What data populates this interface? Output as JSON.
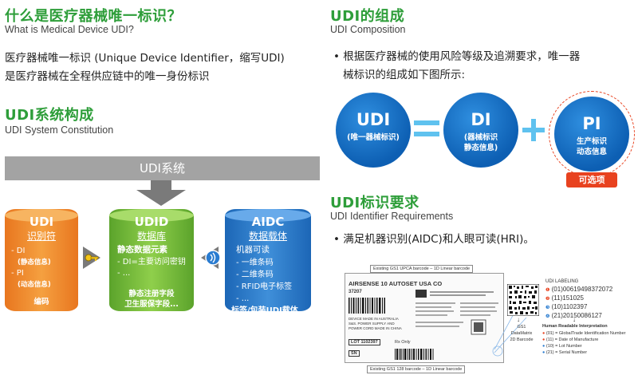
{
  "left": {
    "q_title": "什么是医疗器械唯一标识？",
    "q_subtitle": "What is Medical Device UDI?",
    "q_body_line1": "医疗器械唯一标识 (Unique Device Identifier，缩写UDI)",
    "q_body_line2": "是医疗器械在全程供应链中的唯一身份标识",
    "sys_title": "UDI系统构成",
    "sys_subtitle": "UDI System Constitution",
    "sys_bar_label": "UDI系统",
    "cylinders": {
      "udi": {
        "title": "UDI",
        "subtitle": "识别符",
        "items": [
          "DI",
          "(静态信息)",
          "PI",
          "(动态信息)"
        ],
        "footer": "编码"
      },
      "udid": {
        "title": "UDID",
        "subtitle": "数据库",
        "items": [
          "静态数据元素",
          "DI=主要访问密钥",
          "..."
        ],
        "footer_line1": "静态注册字段",
        "footer_line2": "卫生服保字段..."
      },
      "aidc": {
        "title": "AIDC",
        "subtitle": "数据载体",
        "items": [
          "机器可读",
          "一维条码",
          "二维条码",
          "RFID电子标签",
          "...",
          "标签/包装UDI载体"
        ]
      }
    }
  },
  "right": {
    "comp_title": "UDI的组成",
    "comp_subtitle": "UDI Composition",
    "comp_body_line1": "• 根据医疗器械的使用风险等级及追溯要求，唯一器",
    "comp_body_line2": "械标识的组成如下图所示:",
    "circles": {
      "udi": {
        "big": "UDI",
        "small": "(唯一器械标识)"
      },
      "di": {
        "big": "DI",
        "small_line1": "(器械标识",
        "small_line2": "静态信息)"
      },
      "pi": {
        "big": "PI",
        "small_line1": "生产标识",
        "small_line2": "动态信息"
      }
    },
    "optional_label": "可选项",
    "req_title": "UDI标识要求",
    "req_subtitle": "UDI Identifier Requirements",
    "req_body": "• 满足机器识别(AIDC)和人眼可读(HRI)。",
    "label_diagram": {
      "top_callout": "Existing GS1 UPCA barcode – 1D Linear barcode",
      "bottom_callout": "Existing GS1 128 barcode – 1D Linear barcode",
      "company": "AIRSENSE 10 AUTOSET USA CO",
      "code_37207": "37207",
      "lot": "LOT 1102397",
      "sn": "SN",
      "rx": "Rx Only",
      "made_in": "DEVICE MADE IN AUSTRALIA",
      "power": "S&S. POWER SUPPLY AND",
      "cord": "POWER CORD MADE IN CHINA",
      "udi_labeling": "UDI LABELING",
      "hri_lines": [
        "(01)00619498372072",
        "(11)151025",
        "(10)1102397",
        "(21)20150086127"
      ],
      "gs1": "GS1",
      "datamatrix": "DataMatrix",
      "barcode_2d": "2D Barcode",
      "hri_title": "Human Readable Interpretation",
      "legend": [
        {
          "num": "1",
          "text": "(01) = GlobalTrade Identification Number"
        },
        {
          "num": "2",
          "text": "(11) = Date of Manufacture"
        },
        {
          "num": "3",
          "text": "(10) = Lot Number"
        },
        {
          "num": "4",
          "text": "(21) = Serial Number"
        }
      ]
    }
  },
  "colors": {
    "heading_green": "#2e9e3a",
    "udi_blue": "#0d5fb3",
    "operator_cyan": "#5fc2ef",
    "optional_red": "#e8421f",
    "orange": "#f08a2c",
    "green": "#7cbf3f",
    "blue": "#2a7cd0"
  },
  "icons": [
    "down-arrow-icon",
    "key-icon",
    "rfid-signal-icon",
    "qr-code-icon",
    "barcode-icon"
  ]
}
